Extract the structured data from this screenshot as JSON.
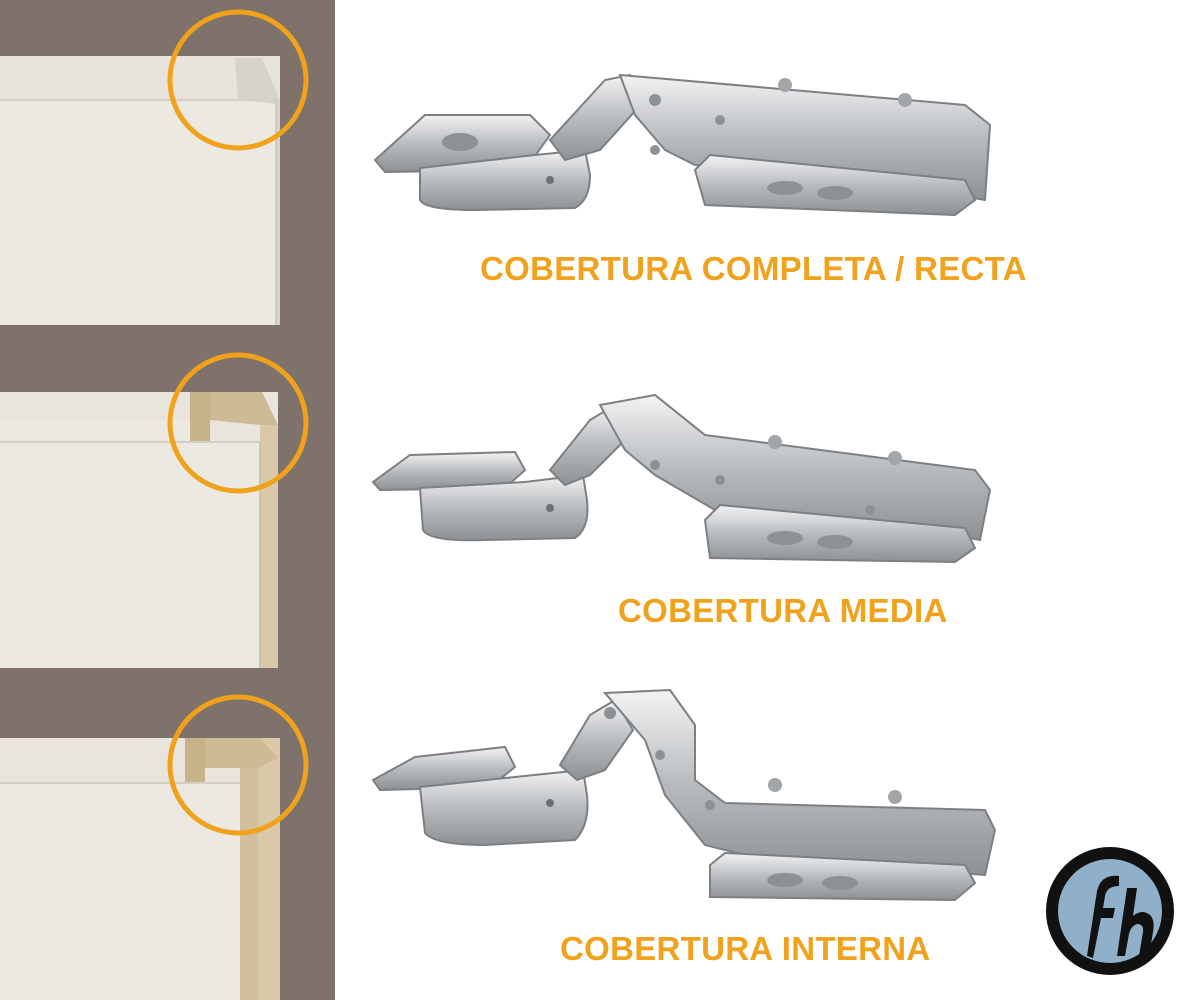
{
  "colors": {
    "accent": "#F0A21C",
    "wall": "#7E726A",
    "panel": "#EAE7E0",
    "wood": "#D9C9A8",
    "steel": "#C9CBCD",
    "logo_bg": "#111111",
    "logo_fg": "#8FB0C8"
  },
  "sections": [
    {
      "label": "COBERTURA COMPLETA / RECTA",
      "cabinet_icon": "full-overlay-cabinet-illustration",
      "hinge_icon": "full-overlay-hinge-photo"
    },
    {
      "label": "COBERTURA MEDIA",
      "cabinet_icon": "half-overlay-cabinet-illustration",
      "hinge_icon": "half-overlay-hinge-photo"
    },
    {
      "label": "COBERTURA INTERNA",
      "cabinet_icon": "inset-cabinet-illustration",
      "hinge_icon": "inset-hinge-photo"
    }
  ],
  "logo": {
    "icon": "fh-brand-logo",
    "text": "fh"
  }
}
